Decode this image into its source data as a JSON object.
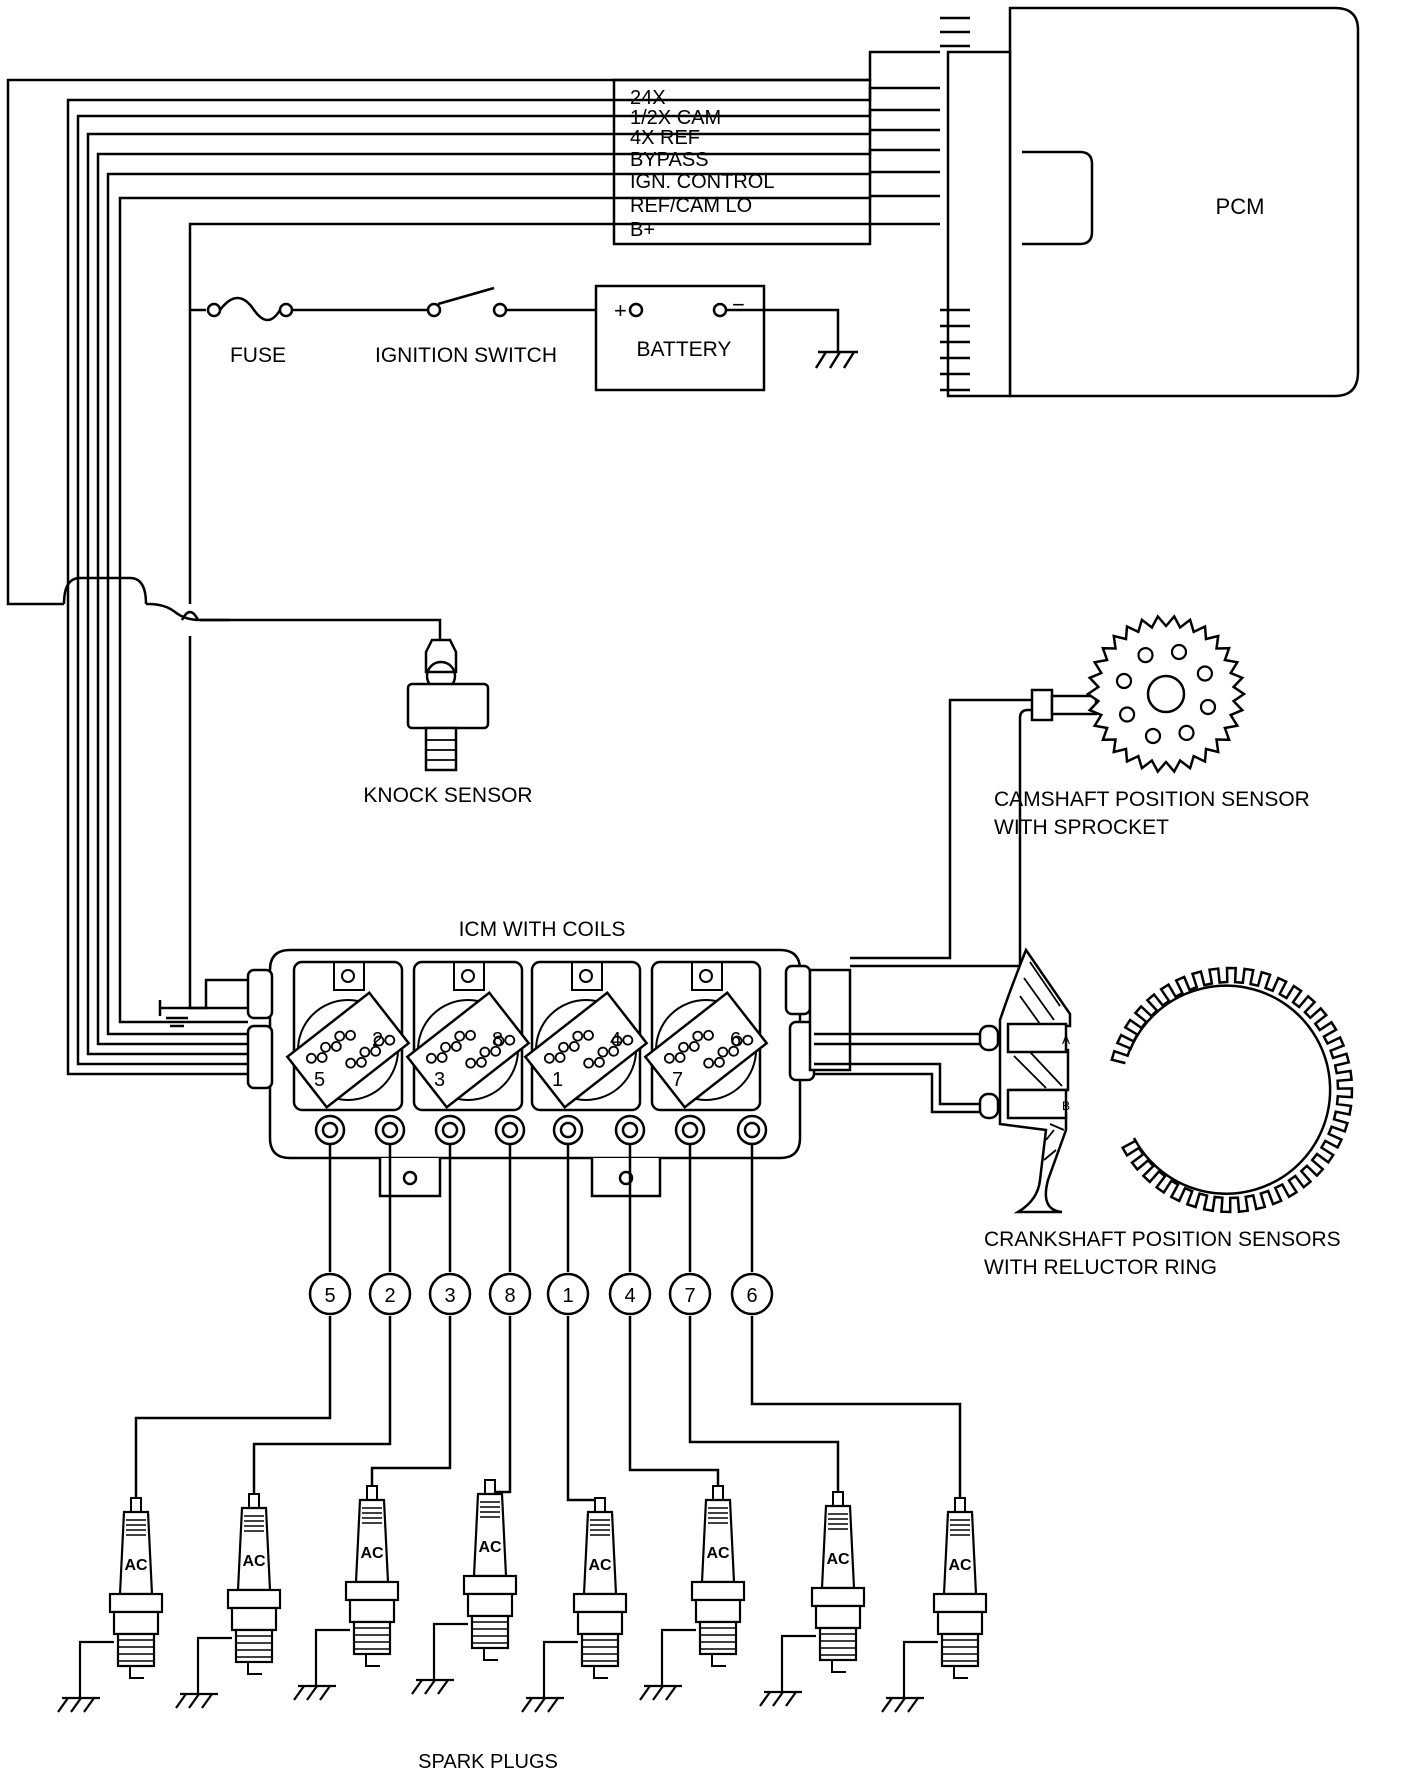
{
  "title": "",
  "pcm": {
    "label": "PCM"
  },
  "signals": [
    "24X",
    "1/2X CAM",
    "4X REF",
    "BYPASS",
    "IGN. CONTROL",
    "REF/CAM LO",
    "B+"
  ],
  "power": {
    "fuse": "FUSE",
    "ignition_switch": "IGNITION SWITCH",
    "battery": "BATTERY",
    "plus": "+",
    "minus": "−"
  },
  "knock_sensor": "KNOCK SENSOR",
  "cam_sensor": [
    "CAMSHAFT POSITION SENSOR",
    "WITH SPROCKET"
  ],
  "icm": {
    "label": "ICM WITH COILS",
    "coils": [
      {
        "top": "2",
        "bottom": "5"
      },
      {
        "top": "8",
        "bottom": "3"
      },
      {
        "top": "4",
        "bottom": "1"
      },
      {
        "top": "6",
        "bottom": "7"
      }
    ]
  },
  "crank_sensor": {
    "label": [
      "CRANKSHAFT POSITION SENSORS",
      "WITH RELUCTOR RING"
    ],
    "a": "A",
    "b": "B"
  },
  "cylinders": [
    "5",
    "2",
    "3",
    "8",
    "1",
    "4",
    "7",
    "6"
  ],
  "spark_plugs": {
    "label": "SPARK PLUGS",
    "brand": "AC"
  }
}
